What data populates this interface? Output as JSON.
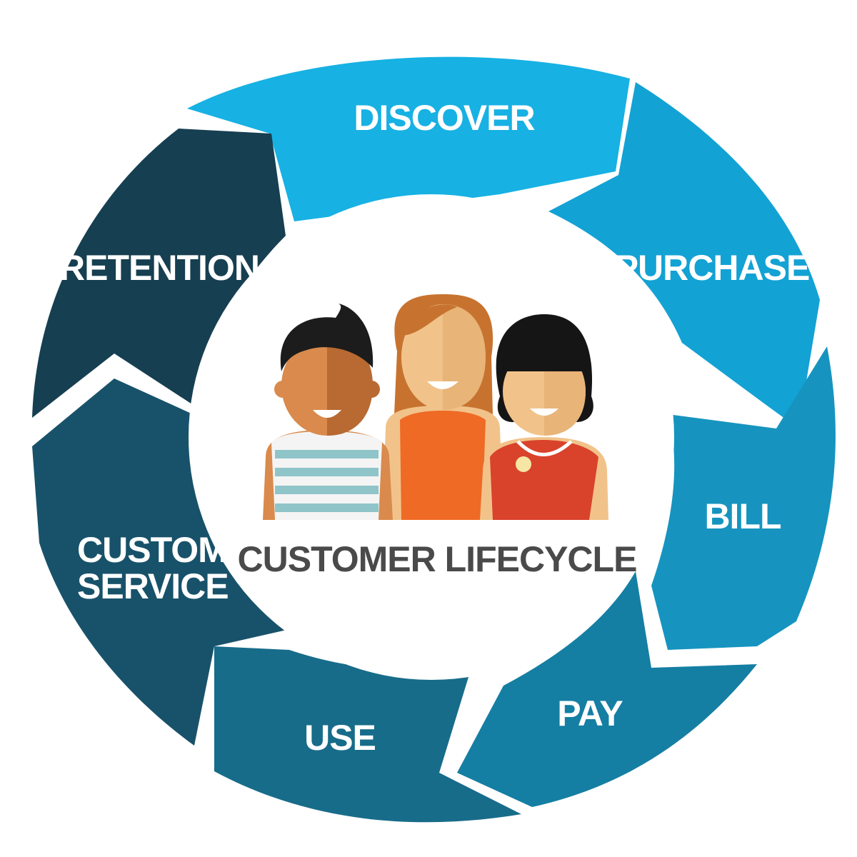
{
  "diagram": {
    "center_title": "CUSTOMER LIFECYCLE",
    "stages": [
      {
        "id": "discover",
        "label": "DISCOVER",
        "color": "#17b1e3"
      },
      {
        "id": "purchase",
        "label": "PURCHASE",
        "color": "#13a2d4"
      },
      {
        "id": "bill",
        "label": "BILL",
        "color": "#1694bf"
      },
      {
        "id": "pay",
        "label": "PAY",
        "color": "#157ea3"
      },
      {
        "id": "use",
        "label": "USE",
        "color": "#176c8a"
      },
      {
        "id": "customer-service",
        "label_line1": "CUSTOMER",
        "label_line2": "SERVICE",
        "color": "#18526a"
      },
      {
        "id": "retention",
        "label": "RETENTION",
        "color": "#163f51"
      }
    ],
    "people": [
      {
        "id": "boy",
        "skin": "#d98a4c",
        "hair": "#1c1c1c",
        "shirt": "stripes",
        "shirt_color": "#8fc4c9"
      },
      {
        "id": "girl-center",
        "skin": "#f1c38a",
        "hair": "#c7732f",
        "shirt_color": "#ef6a25"
      },
      {
        "id": "girl-right",
        "skin": "#f1c38a",
        "hair": "#151515",
        "shirt_color": "#d9432b"
      }
    ]
  }
}
